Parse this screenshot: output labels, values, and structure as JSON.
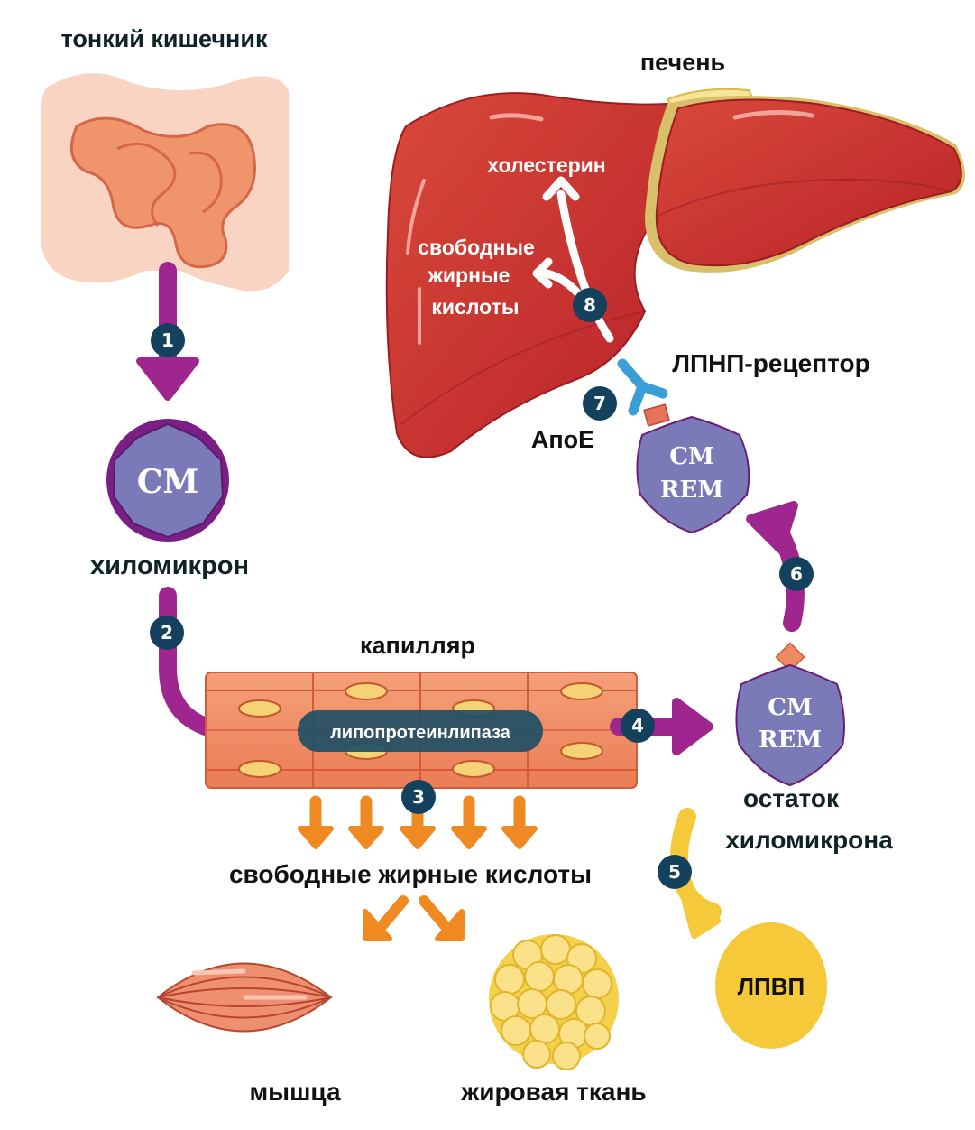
{
  "title": "Метаболизм хиломикронов",
  "colors": {
    "purple_arrow": "#a0268f",
    "badge": "#14425e",
    "orange_arrow": "#ef8a22",
    "yellow": "#f5c93a",
    "cm_fill": "#7b7ab8",
    "cm_ring": "#7a1f86",
    "liver": "#c9302c",
    "capillary": "#ef8a64",
    "receptor": "#3b9ed6",
    "apoe": "#e9735a"
  },
  "labels": {
    "small_intestine": "тонкий кишечник",
    "liver": "печень",
    "cholesterol": "холестерин",
    "ffa_liver_line1": "свободные",
    "ffa_liver_line2": "жирные",
    "ffa_liver_line3": "кислоты",
    "ldl_receptor": "ЛПНП-рецептор",
    "apoe": "АпоЕ",
    "chylomicron": "хиломикрон",
    "capillary": "капилляр",
    "lipase": "липопротеинлипаза",
    "ffa": "свободные жирные кислоты",
    "remnant_line1": "остаток",
    "remnant_line2": "хиломикрона",
    "muscle": "мышца",
    "adipose": "жировая ткань",
    "hdl": "ЛПВП"
  },
  "particles": {
    "cm": "CM",
    "cm_rem_line1": "CM",
    "cm_rem_line2": "REM"
  },
  "steps": [
    "1",
    "2",
    "3",
    "4",
    "5",
    "6",
    "7",
    "8"
  ]
}
